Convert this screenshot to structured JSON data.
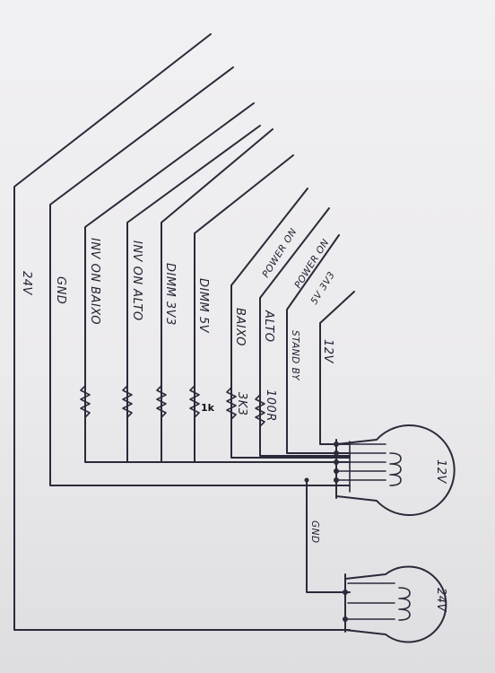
{
  "labels": {
    "v24_wire": "24V",
    "gnd_wire": "GND",
    "inv_on_baixo": "INV ON BAIXO",
    "inv_on_alto": "INV ON ALTO",
    "dimm": "DIMM 3V3",
    "dimm_5v": "DIMM 5V",
    "baixo": "BAIXO",
    "alto": "ALTO",
    "standby": "STAND BY",
    "v12_wire": "12V",
    "power_on_1": "POWER ON",
    "power_on_2": "POWER ON",
    "v5_3v3": "5V 3V3",
    "res_1k": "1k",
    "res_3k3": "3K3",
    "res_100r": "100R",
    "gnd_link": "GND",
    "conn_12v": "12V",
    "conn_24v": "24V"
  }
}
